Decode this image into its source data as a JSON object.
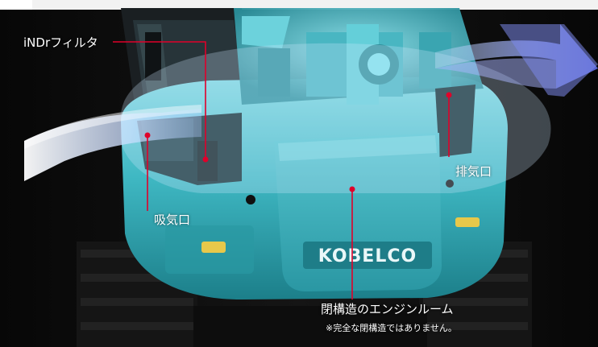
{
  "labels": {
    "indr_filter": "iNDrフィルタ",
    "intake": "吸気口",
    "exhaust": "排気口",
    "engine_room": "閉構造のエンジンルーム",
    "note": "※完全な閉構造ではありません。"
  },
  "brand_logo_text": "KOBELCO",
  "colors": {
    "machine_body": "#3fb8c3",
    "airflow": "#b9d7ff",
    "airflow_exhaust": "#6f7fe0",
    "pointer": "#e0002a",
    "background": "#0b0b0b",
    "label_text": "#ffffff"
  }
}
